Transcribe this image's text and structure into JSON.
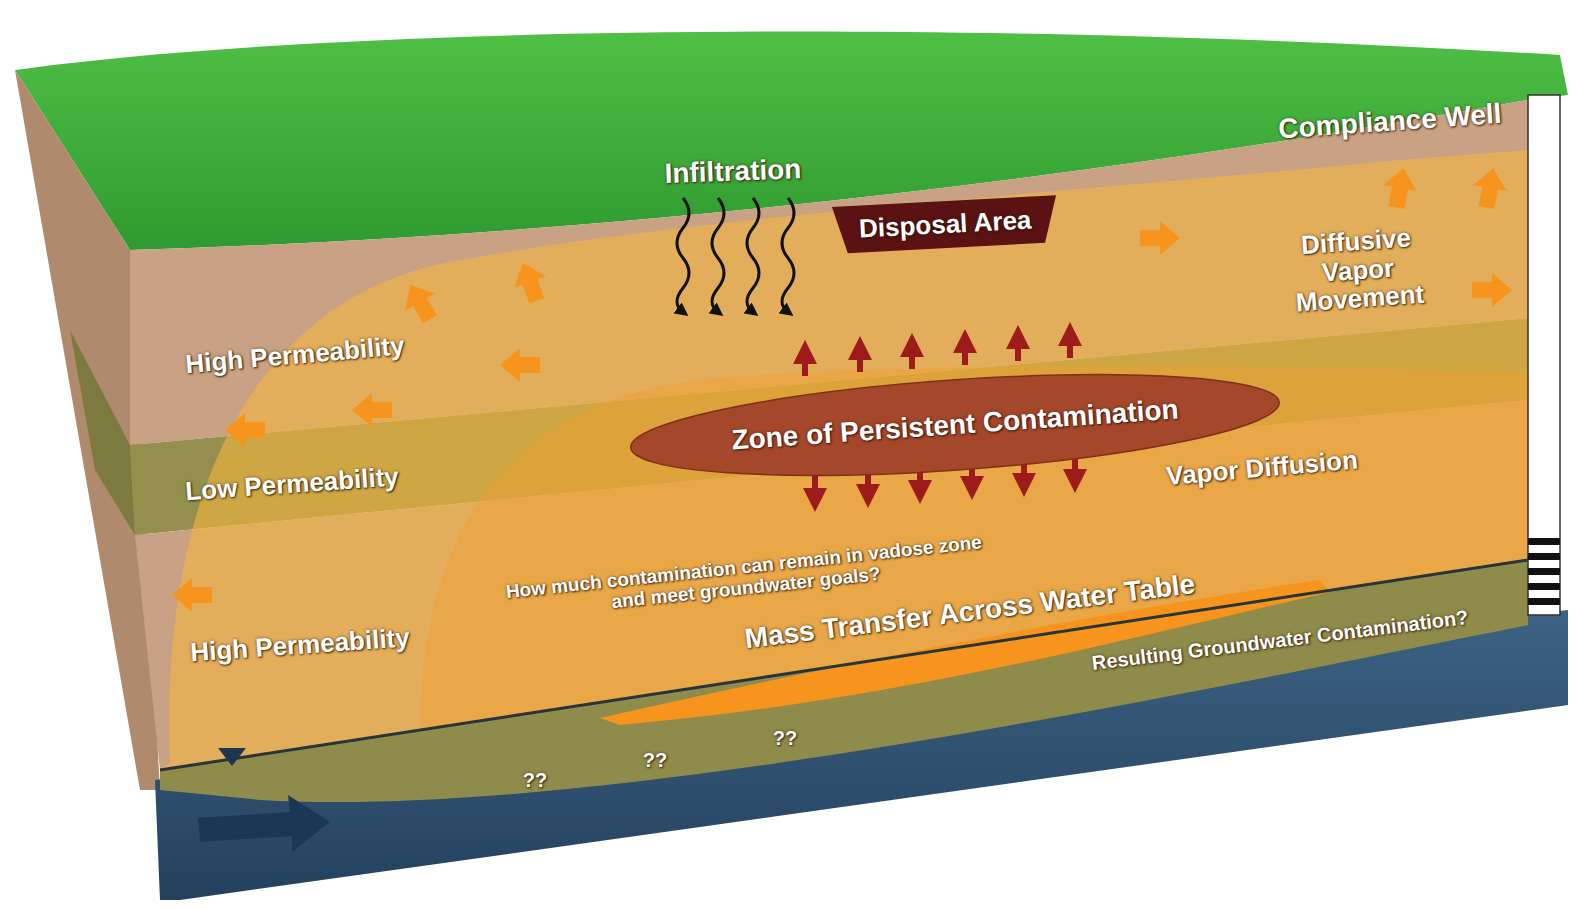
{
  "diagram": {
    "nodes": [
      {
        "text": [
          "Disposal Area"
        ]
      },
      {
        "text": [
          "Zone of Persistent Contamination"
        ]
      }
    ],
    "labels": [
      "Infiltration",
      "Compliance Well",
      "Diffusive Vapor Movement",
      "High Permeability",
      "Low Permeability",
      "Vapor Diffusion",
      "How much contamination can remain in vadose zone and meet groundwater goals?",
      "High Permeability",
      "Mass Transfer Across Water Table",
      "Resulting Groundwater Contamination?",
      "??",
      "??",
      "??"
    ]
  }
}
